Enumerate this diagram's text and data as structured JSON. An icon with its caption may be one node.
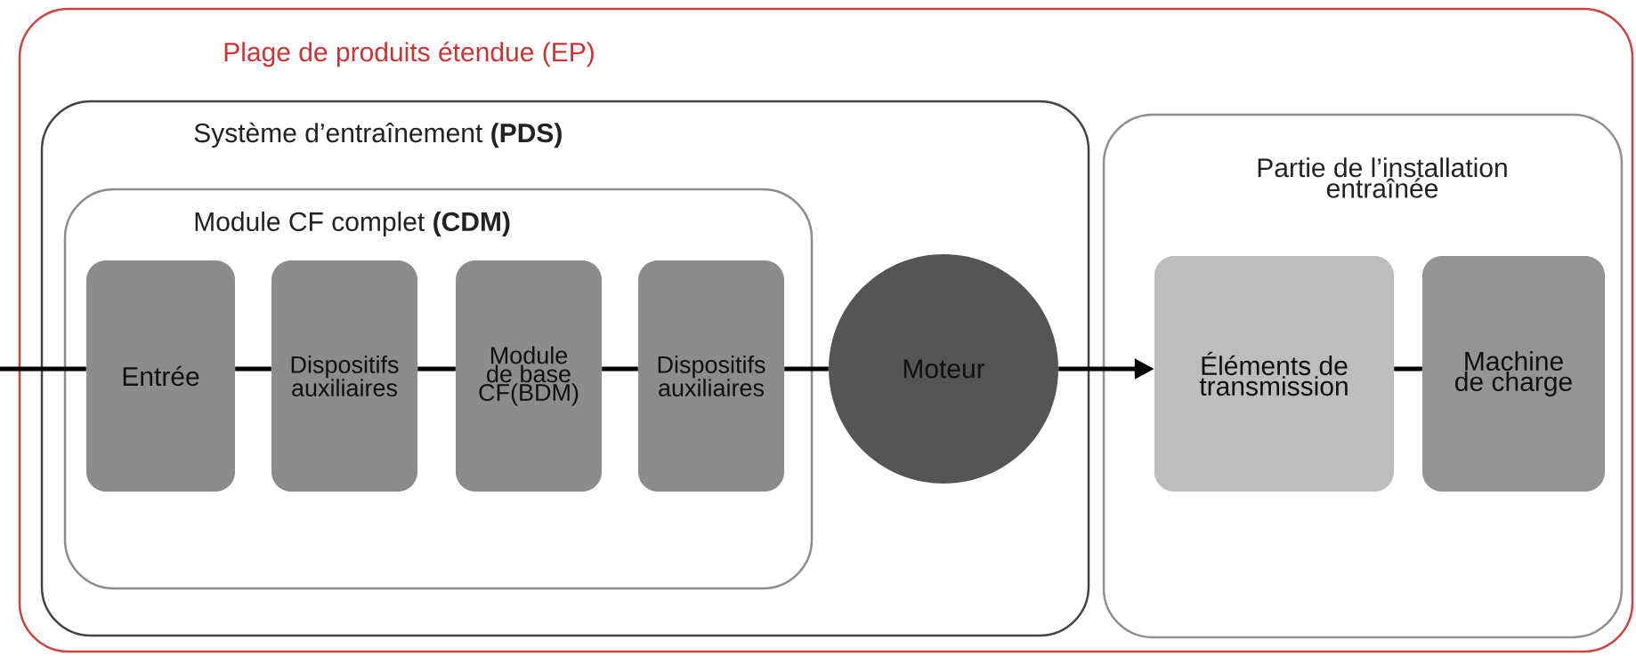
{
  "diagram": {
    "nodes": [
      {
        "text": [
          "Plage de produits étendue (EP)"
        ]
      },
      {
        "text": [
          "Système d’entraînement **(PDS)**"
        ],
        "in": 0
      },
      {
        "text": [
          "Module CF complet **(CDM)**"
        ],
        "in": 1
      },
      {
        "text": [
          "Entrée"
        ],
        "in": 2
      },
      {
        "text": [
          "Dispositifs auxiliaires"
        ],
        "in": 2
      },
      {
        "text": [
          "Module de base CF(BDM)"
        ],
        "in": 2
      },
      {
        "text": [
          "Dispositifs auxiliaires"
        ],
        "in": 2
      },
      {
        "text": [
          "Moteur"
        ],
        "in": 1
      },
      {
        "text": [
          "Partie de l’installation entraînée"
        ],
        "in": 0
      },
      {
        "text": [
          "Éléments de transmission"
        ],
        "in": 8
      },
      {
        "text": [
          "Machine de charge"
        ],
        "in": 8
      }
    ],
    "edges": [
      {
        "from": null,
        "to": 3,
        "arrow": "none"
      },
      {
        "from": 3,
        "to": 4,
        "arrow": "none"
      },
      {
        "from": 4,
        "to": 5,
        "arrow": "none"
      },
      {
        "from": 5,
        "to": 6,
        "arrow": "none"
      },
      {
        "from": 6,
        "to": 7,
        "arrow": "none"
      },
      {
        "from": 7,
        "to": 9,
        "arrow": "to"
      },
      {
        "from": 9,
        "to": 10,
        "arrow": "none"
      }
    ]
  }
}
